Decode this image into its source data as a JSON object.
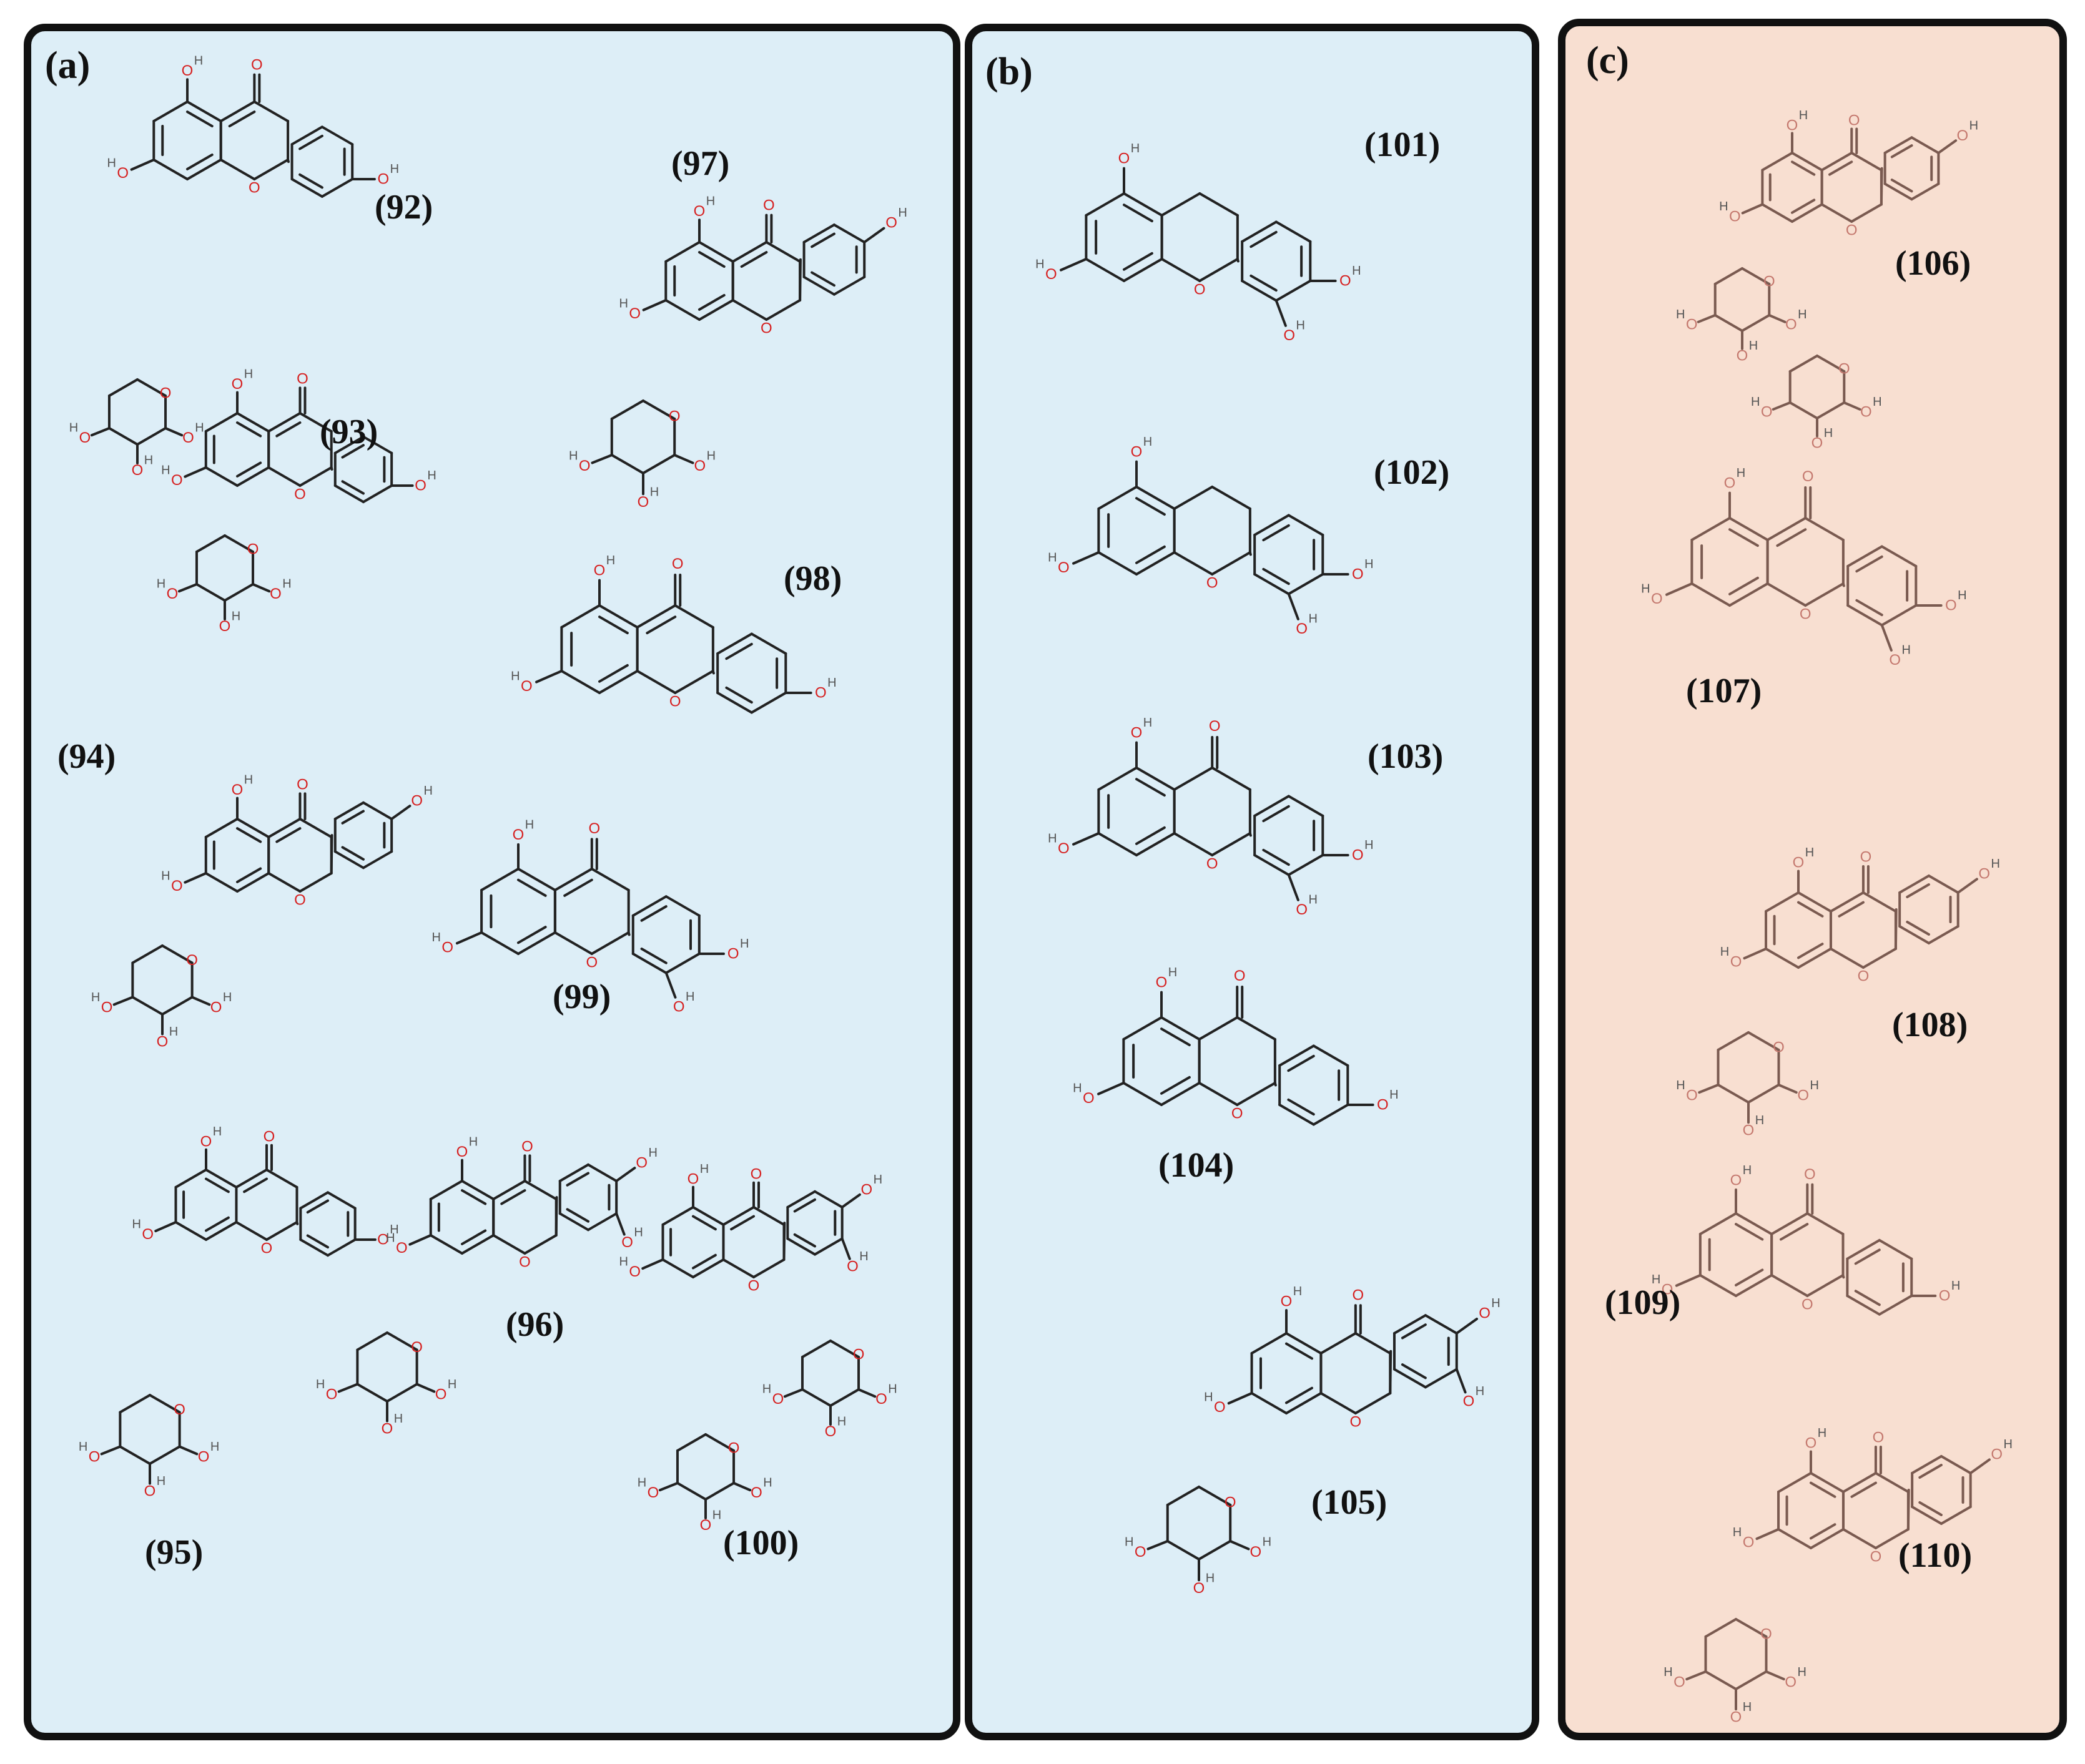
{
  "panels": [
    {
      "label": "(a)",
      "compounds": [
        "(92)",
        "(93)",
        "(94)",
        "(95)",
        "(96)",
        "(97)",
        "(98)",
        "(99)",
        "(100)"
      ]
    },
    {
      "label": "(b)",
      "compounds": [
        "(101)",
        "(102)",
        "(103)",
        "(104)",
        "(105)"
      ]
    },
    {
      "label": "(c)",
      "compounds": [
        "(106)",
        "(107)",
        "(108)",
        "(109)",
        "(110)"
      ]
    }
  ],
  "colors": {
    "panel_blue": "#ddeef7",
    "panel_peach": "#f8dfd1",
    "border": "#111111",
    "oxygen": "#d62020",
    "bond": "#222222"
  },
  "atom_labels": {
    "oxygen": "O",
    "hydrogen": "H"
  }
}
